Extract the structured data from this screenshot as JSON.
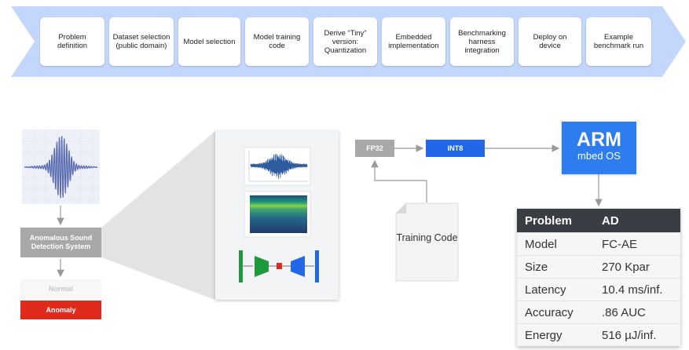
{
  "pipeline": {
    "steps": [
      "Problem definition",
      "Dataset selection (public domain)",
      "Model selection",
      "Model training code",
      "Derive “Tiny” version: Quantization",
      "Embedded implementation",
      "Benchmarking harness integration",
      "Deploy on device",
      "Example benchmark run"
    ]
  },
  "system": {
    "detector_label": "Anomalous Sound Detection System",
    "normal_label": "Normal",
    "anomaly_label": "Anomaly"
  },
  "quantization": {
    "fp32_label": "FP32",
    "int8_label": "INT8",
    "training_code_label": "Training Code"
  },
  "device": {
    "brand": "ARM",
    "os": "mbed OS"
  },
  "benchmark_table": {
    "headers": [
      "Problem",
      "AD"
    ],
    "rows": [
      [
        "Model",
        "FC-AE"
      ],
      [
        "Size",
        "270 Kpar"
      ],
      [
        "Latency",
        "10.4 ms/inf."
      ],
      [
        "Accuracy",
        ".86 AUC"
      ],
      [
        "Energy",
        "516 µJ/inf."
      ]
    ]
  },
  "colors": {
    "pipeline_arrow": "#c3d6fb",
    "int8": "#2167e8",
    "arm": "#2d7cf0",
    "anomaly": "#e02a1c",
    "table_header": "#3a3d44",
    "encoder": "#1e9a3c",
    "decoder": "#2167e8",
    "bottleneck": "#e02a1c"
  }
}
